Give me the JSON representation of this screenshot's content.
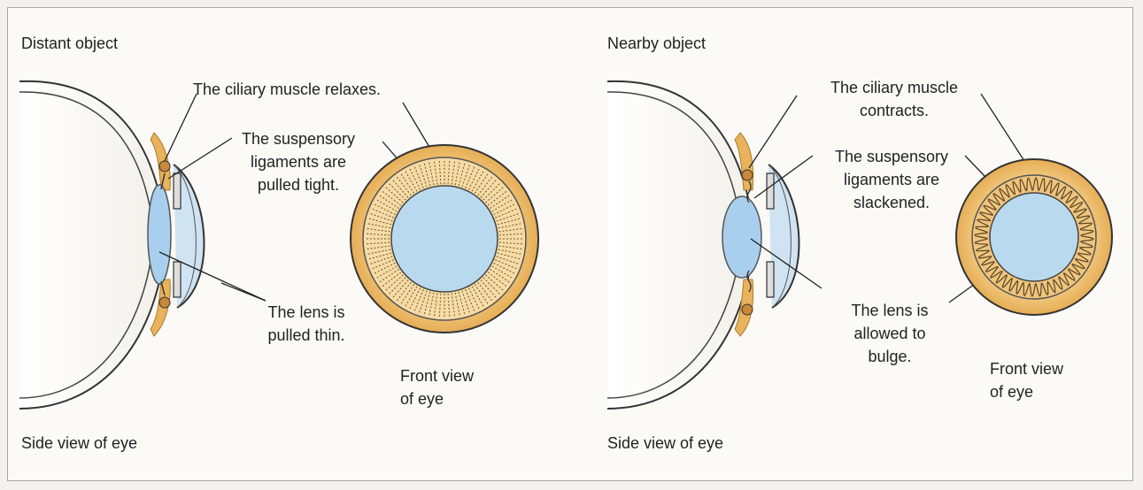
{
  "left": {
    "heading": "Distant object",
    "ciliary": "The ciliary muscle relaxes.",
    "suspensory": "The suspensory\nligaments are\npulled tight.",
    "lens": "The lens is\npulled thin.",
    "front_view": "Front view\nof eye",
    "side_view": "Side view of eye"
  },
  "right": {
    "heading": "Nearby object",
    "ciliary": "The ciliary muscle\ncontracts.",
    "suspensory": "The suspensory\nligaments are\nslackened.",
    "lens": "The lens is\nallowed to\nbulge.",
    "front_view": "Front view\nof eye",
    "side_view": "Side view of eye"
  },
  "colors": {
    "iris_blue": "#b9d9ee",
    "lens_blue": "#a9cfee",
    "muscle_orange": "#e8b35c",
    "outline": "#333333"
  }
}
